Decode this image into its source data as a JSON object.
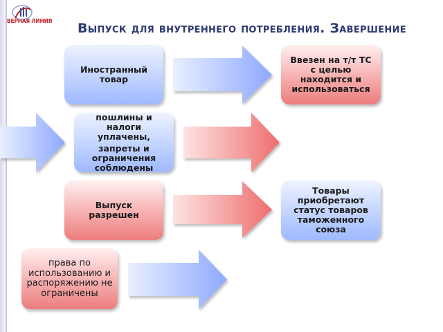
{
  "logo": {
    "text": "ВЕРНАЯ ЛИНИЯ"
  },
  "title": "Выпуск для внутреннего потребления. Завершение",
  "boxes": {
    "foreign_goods": "Иностранный товар",
    "imported": "Ввезен на т/т ТС с целью находится и использоваться",
    "duties_paid_1": "пошлины и налоги уплачены,",
    "duties_paid_2": "запреты и ограничения соблюдены",
    "release_allowed": "Выпуск разрешен",
    "customs_union_status": "Товары приобретают статус товаров таможенного союза",
    "rights_unrestricted": "права по использованию и распоряжению не ограничены"
  },
  "colors": {
    "blue_box": "#9fb9ff",
    "red_box": "#ec7d7d",
    "blue_arrow": "#8ea9ff",
    "red_arrow": "#ee6e6e",
    "title": "#2d3a72"
  }
}
